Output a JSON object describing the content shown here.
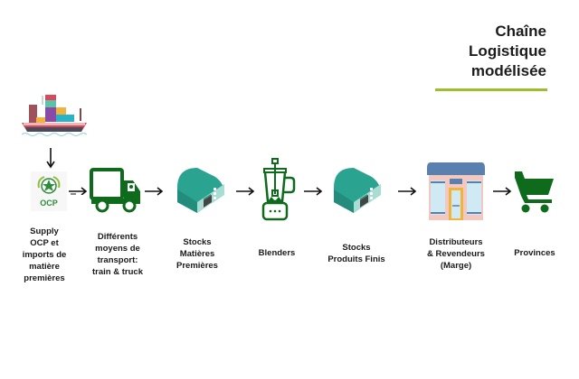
{
  "title": {
    "lines": [
      "Chaîne",
      "Logistique",
      "modélisée"
    ]
  },
  "colors": {
    "accent_rule": "#9cbf2b",
    "icon_green": "#0e6b1c",
    "warehouse_teal": "#2aa391"
  },
  "steps": [
    {
      "id": "supply",
      "icon": "ocp-logo-icon",
      "label_lines": [
        "Supply",
        "OCP et",
        "imports de",
        "matière",
        "premières"
      ],
      "extra_icon": "cargo-ship-icon"
    },
    {
      "id": "transport",
      "icon": "truck-icon",
      "label_lines": [
        "Différents",
        "moyens de",
        "transport:",
        "train & truck"
      ]
    },
    {
      "id": "stocks-mp",
      "icon": "warehouse-icon",
      "label_lines": [
        "Stocks",
        "Matières",
        "Premières"
      ]
    },
    {
      "id": "blenders",
      "icon": "blender-icon",
      "label_lines": [
        "Blenders"
      ]
    },
    {
      "id": "stocks-pf",
      "icon": "warehouse-icon",
      "label_lines": [
        "Stocks",
        "Produits Finis"
      ]
    },
    {
      "id": "distributeurs",
      "icon": "storefront-icon",
      "label_lines": [
        "Distributeurs",
        "& Revendeurs",
        "(Marge)"
      ]
    },
    {
      "id": "provinces",
      "icon": "shopping-cart-icon",
      "label_lines": [
        "Provinces"
      ]
    }
  ],
  "ocp_text": "OCP"
}
